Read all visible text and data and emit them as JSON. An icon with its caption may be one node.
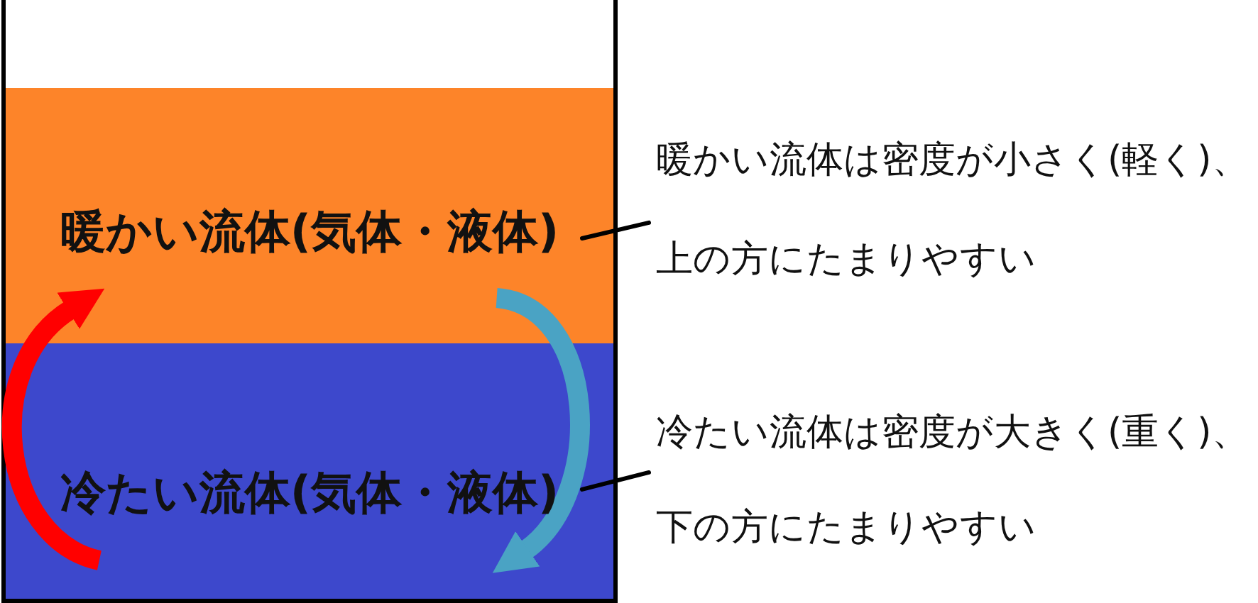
{
  "diagram": {
    "nodes": [
      {
        "text": [],
        "shape": "box"
      },
      {
        "text": [
          "暖かい流体(気体・液体)"
        ],
        "in": 0
      },
      {
        "text": [
          "冷たい流体(気体・液体)"
        ],
        "in": 0
      },
      {
        "text": [
          "暖かい流体は密度が小さく(軽く)、上の方にたまりやすい"
        ]
      },
      {
        "text": [
          "冷たい流体は密度が大きく(重く)、下の方にたまりやすい"
        ]
      }
    ],
    "edges": [
      {
        "from": 3,
        "to": 1,
        "arrow": "none"
      },
      {
        "from": 4,
        "to": 2,
        "arrow": "none"
      },
      {
        "from": 2,
        "to": 1,
        "arrow": "to",
        "style": "thick",
        "color": "#ff0000"
      },
      {
        "from": 1,
        "to": 2,
        "arrow": "to",
        "style": "thick",
        "color": "#4aa3c4"
      }
    ]
  }
}
